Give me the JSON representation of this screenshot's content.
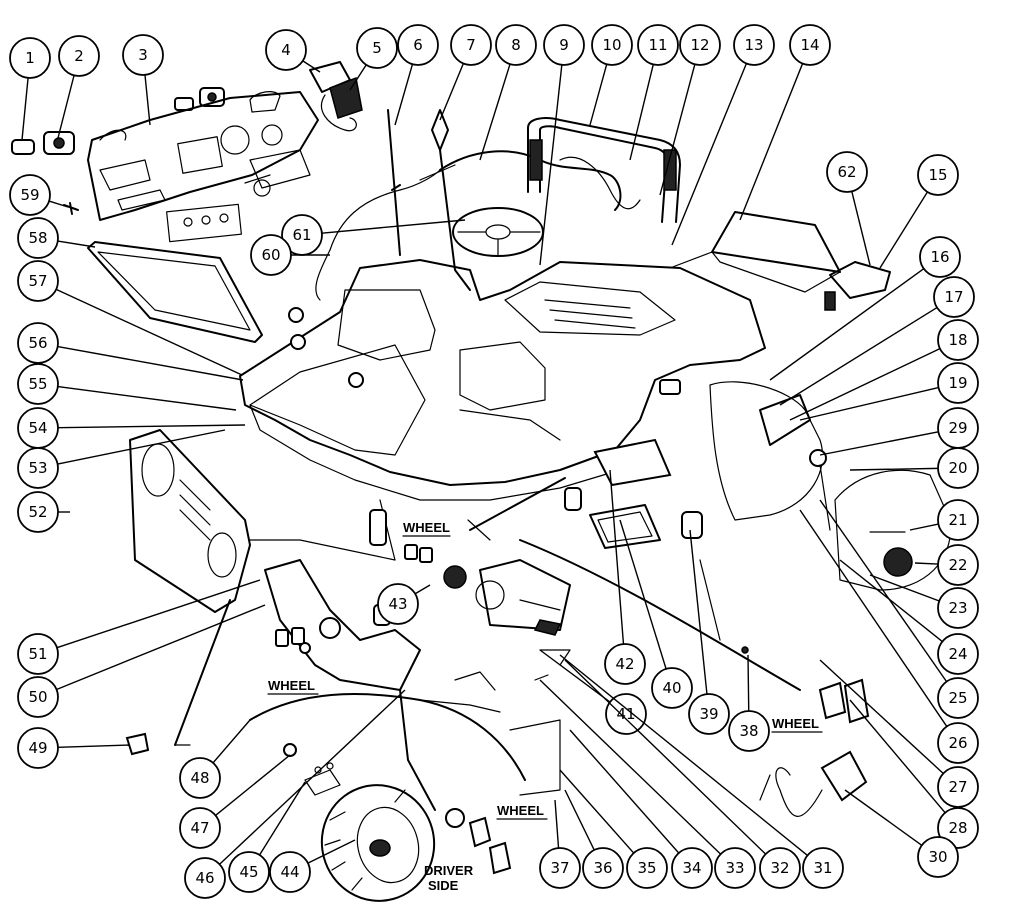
{
  "diagram": {
    "callouts": [
      {
        "id": "1",
        "label": "1"
      },
      {
        "id": "2",
        "label": "2"
      },
      {
        "id": "3",
        "label": "3"
      },
      {
        "id": "4",
        "label": "4"
      },
      {
        "id": "5",
        "label": "5"
      },
      {
        "id": "6",
        "label": "6"
      },
      {
        "id": "7",
        "label": "7"
      },
      {
        "id": "8",
        "label": "8"
      },
      {
        "id": "9",
        "label": "9"
      },
      {
        "id": "10",
        "label": "10"
      },
      {
        "id": "11",
        "label": "11"
      },
      {
        "id": "12",
        "label": "12"
      },
      {
        "id": "13",
        "label": "13"
      },
      {
        "id": "14",
        "label": "14"
      },
      {
        "id": "62",
        "label": "62"
      },
      {
        "id": "15",
        "label": "15"
      },
      {
        "id": "59",
        "label": "59"
      },
      {
        "id": "58",
        "label": "58"
      },
      {
        "id": "61",
        "label": "61"
      },
      {
        "id": "60",
        "label": "60"
      },
      {
        "id": "57",
        "label": "57"
      },
      {
        "id": "16",
        "label": "16"
      },
      {
        "id": "17",
        "label": "17"
      },
      {
        "id": "56",
        "label": "56"
      },
      {
        "id": "18",
        "label": "18"
      },
      {
        "id": "55",
        "label": "55"
      },
      {
        "id": "19",
        "label": "19"
      },
      {
        "id": "54",
        "label": "54"
      },
      {
        "id": "29",
        "label": "29"
      },
      {
        "id": "53",
        "label": "53"
      },
      {
        "id": "20",
        "label": "20"
      },
      {
        "id": "52",
        "label": "52"
      },
      {
        "id": "21",
        "label": "21"
      },
      {
        "id": "22",
        "label": "22"
      },
      {
        "id": "23",
        "label": "23"
      },
      {
        "id": "43",
        "label": "43"
      },
      {
        "id": "51",
        "label": "51"
      },
      {
        "id": "24",
        "label": "24"
      },
      {
        "id": "42",
        "label": "42"
      },
      {
        "id": "40",
        "label": "40"
      },
      {
        "id": "25",
        "label": "25"
      },
      {
        "id": "50",
        "label": "50"
      },
      {
        "id": "41",
        "label": "41"
      },
      {
        "id": "39",
        "label": "39"
      },
      {
        "id": "38",
        "label": "38"
      },
      {
        "id": "26",
        "label": "26"
      },
      {
        "id": "49",
        "label": "49"
      },
      {
        "id": "48",
        "label": "48"
      },
      {
        "id": "27",
        "label": "27"
      },
      {
        "id": "47",
        "label": "47"
      },
      {
        "id": "28",
        "label": "28"
      },
      {
        "id": "30",
        "label": "30"
      },
      {
        "id": "46",
        "label": "46"
      },
      {
        "id": "45",
        "label": "45"
      },
      {
        "id": "44",
        "label": "44"
      },
      {
        "id": "37",
        "label": "37"
      },
      {
        "id": "36",
        "label": "36"
      },
      {
        "id": "35",
        "label": "35"
      },
      {
        "id": "34",
        "label": "34"
      },
      {
        "id": "33",
        "label": "33"
      },
      {
        "id": "32",
        "label": "32"
      },
      {
        "id": "31",
        "label": "31"
      }
    ],
    "labels": {
      "wheel_top": "WHEEL",
      "wheel_left": "WHEEL",
      "wheel_right": "WHEEL",
      "wheel_bottom": "WHEEL",
      "driver": "DRIVER",
      "side": "SIDE"
    }
  }
}
